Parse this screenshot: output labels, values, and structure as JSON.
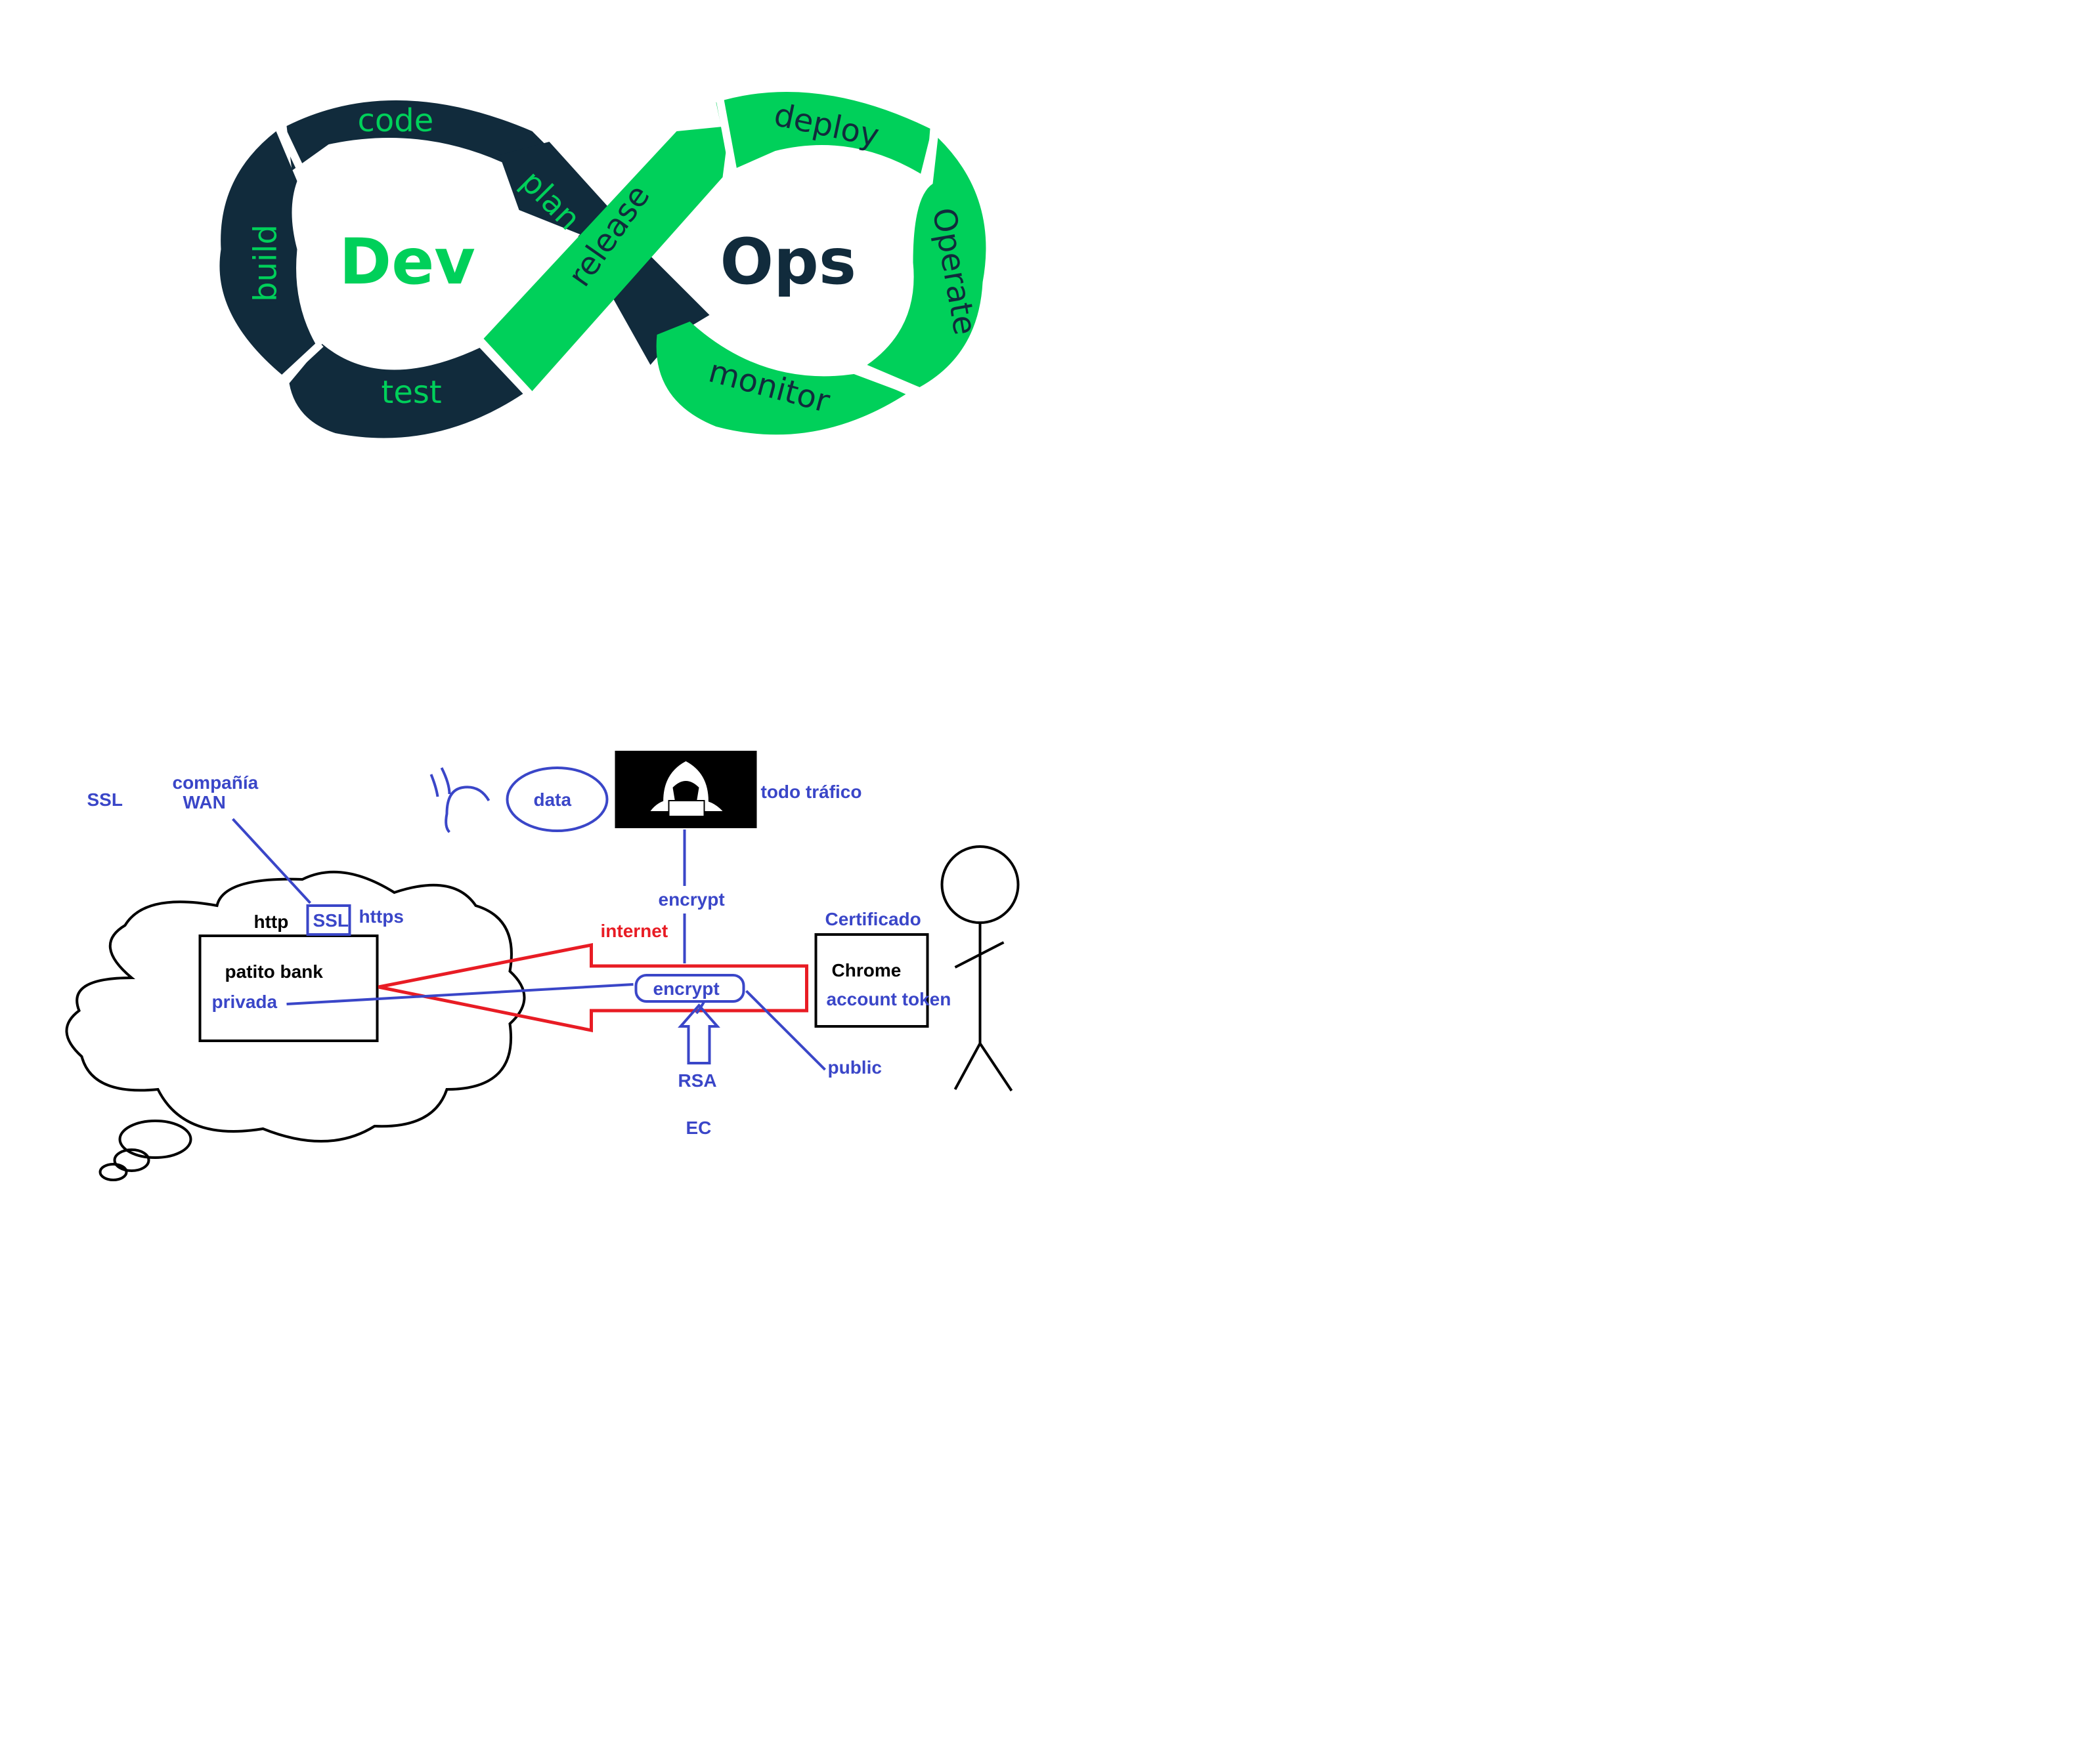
{
  "devops_logo": {
    "dev_word": "Dev",
    "ops_word": "Ops",
    "stages": {
      "code": "code",
      "plan": "plan",
      "build": "build",
      "test": "test",
      "release": "release",
      "deploy": "deploy",
      "operate": "Operate",
      "monitor": "monitor"
    },
    "colors": {
      "dark": "#112b3c",
      "green": "#00d05a"
    }
  },
  "sketch": {
    "ssl_label": "SSL",
    "company_label": "compañía",
    "wan_label": "WAN",
    "data_label": "data",
    "traffic_label": "todo tráfico",
    "http_label": "http",
    "ssl_box_label": "SSL",
    "https_label": "https",
    "bank_label": "patito bank",
    "private_label": "privada",
    "encrypt_top_label": "encrypt",
    "internet_label": "internet",
    "encrypt_pill_label": "encrypt",
    "certificate_label": "Certificado",
    "chrome_label": "Chrome",
    "token_label": "account token",
    "rsa_label": "RSA",
    "ec_label": "EC",
    "public_label": "public",
    "colors": {
      "ink": "#3a46c8",
      "red": "#e81c24",
      "black": "#000000"
    },
    "icons": {
      "hacker": "hacker-icon",
      "person": "stick-figure-icon",
      "cloud": "thought-cloud-icon"
    }
  }
}
